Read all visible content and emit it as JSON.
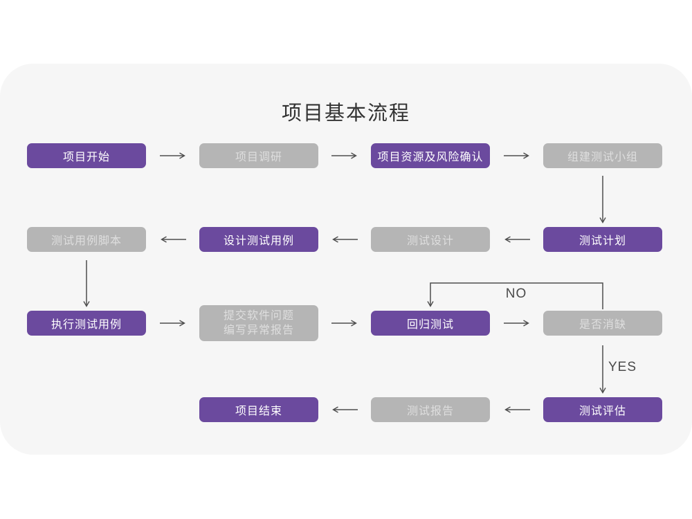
{
  "title": "项目基本流程",
  "colors": {
    "page_background": "#ffffff",
    "card_background": "#f6f6f6",
    "node_purple": "#6B4A9E",
    "node_gray": "#B5B5B5",
    "purple_text": "#ffffff",
    "gray_text": "#DEDEDE",
    "arrow": "#4d4d4d",
    "title_text": "#333333"
  },
  "nodes": {
    "project_start": {
      "label": "项目开始",
      "variant": "purple"
    },
    "project_research": {
      "label": "项目调研",
      "variant": "gray"
    },
    "resources_risk": {
      "label": "项目资源及风险确认",
      "variant": "purple"
    },
    "build_test_team": {
      "label": "组建测试小组",
      "variant": "gray"
    },
    "test_plan": {
      "label": "测试计划",
      "variant": "purple"
    },
    "test_design": {
      "label": "测试设计",
      "variant": "gray"
    },
    "design_test_cases": {
      "label": "设计测试用例",
      "variant": "purple"
    },
    "test_case_script": {
      "label": "测试用例脚本",
      "variant": "gray"
    },
    "execute_test_cases": {
      "label": "执行测试用例",
      "variant": "purple"
    },
    "submit_issue_report": {
      "label": "提交软件问题\n编写异常报告",
      "variant": "gray"
    },
    "regression_test": {
      "label": "回归测试",
      "variant": "purple"
    },
    "defect_resolved": {
      "label": "是否消缺",
      "variant": "gray"
    },
    "test_evaluation": {
      "label": "测试评估",
      "variant": "purple"
    },
    "test_report": {
      "label": "测试报告",
      "variant": "gray"
    },
    "project_end": {
      "label": "项目结束",
      "variant": "purple"
    }
  },
  "edge_labels": {
    "no": "NO",
    "yes": "YES"
  }
}
